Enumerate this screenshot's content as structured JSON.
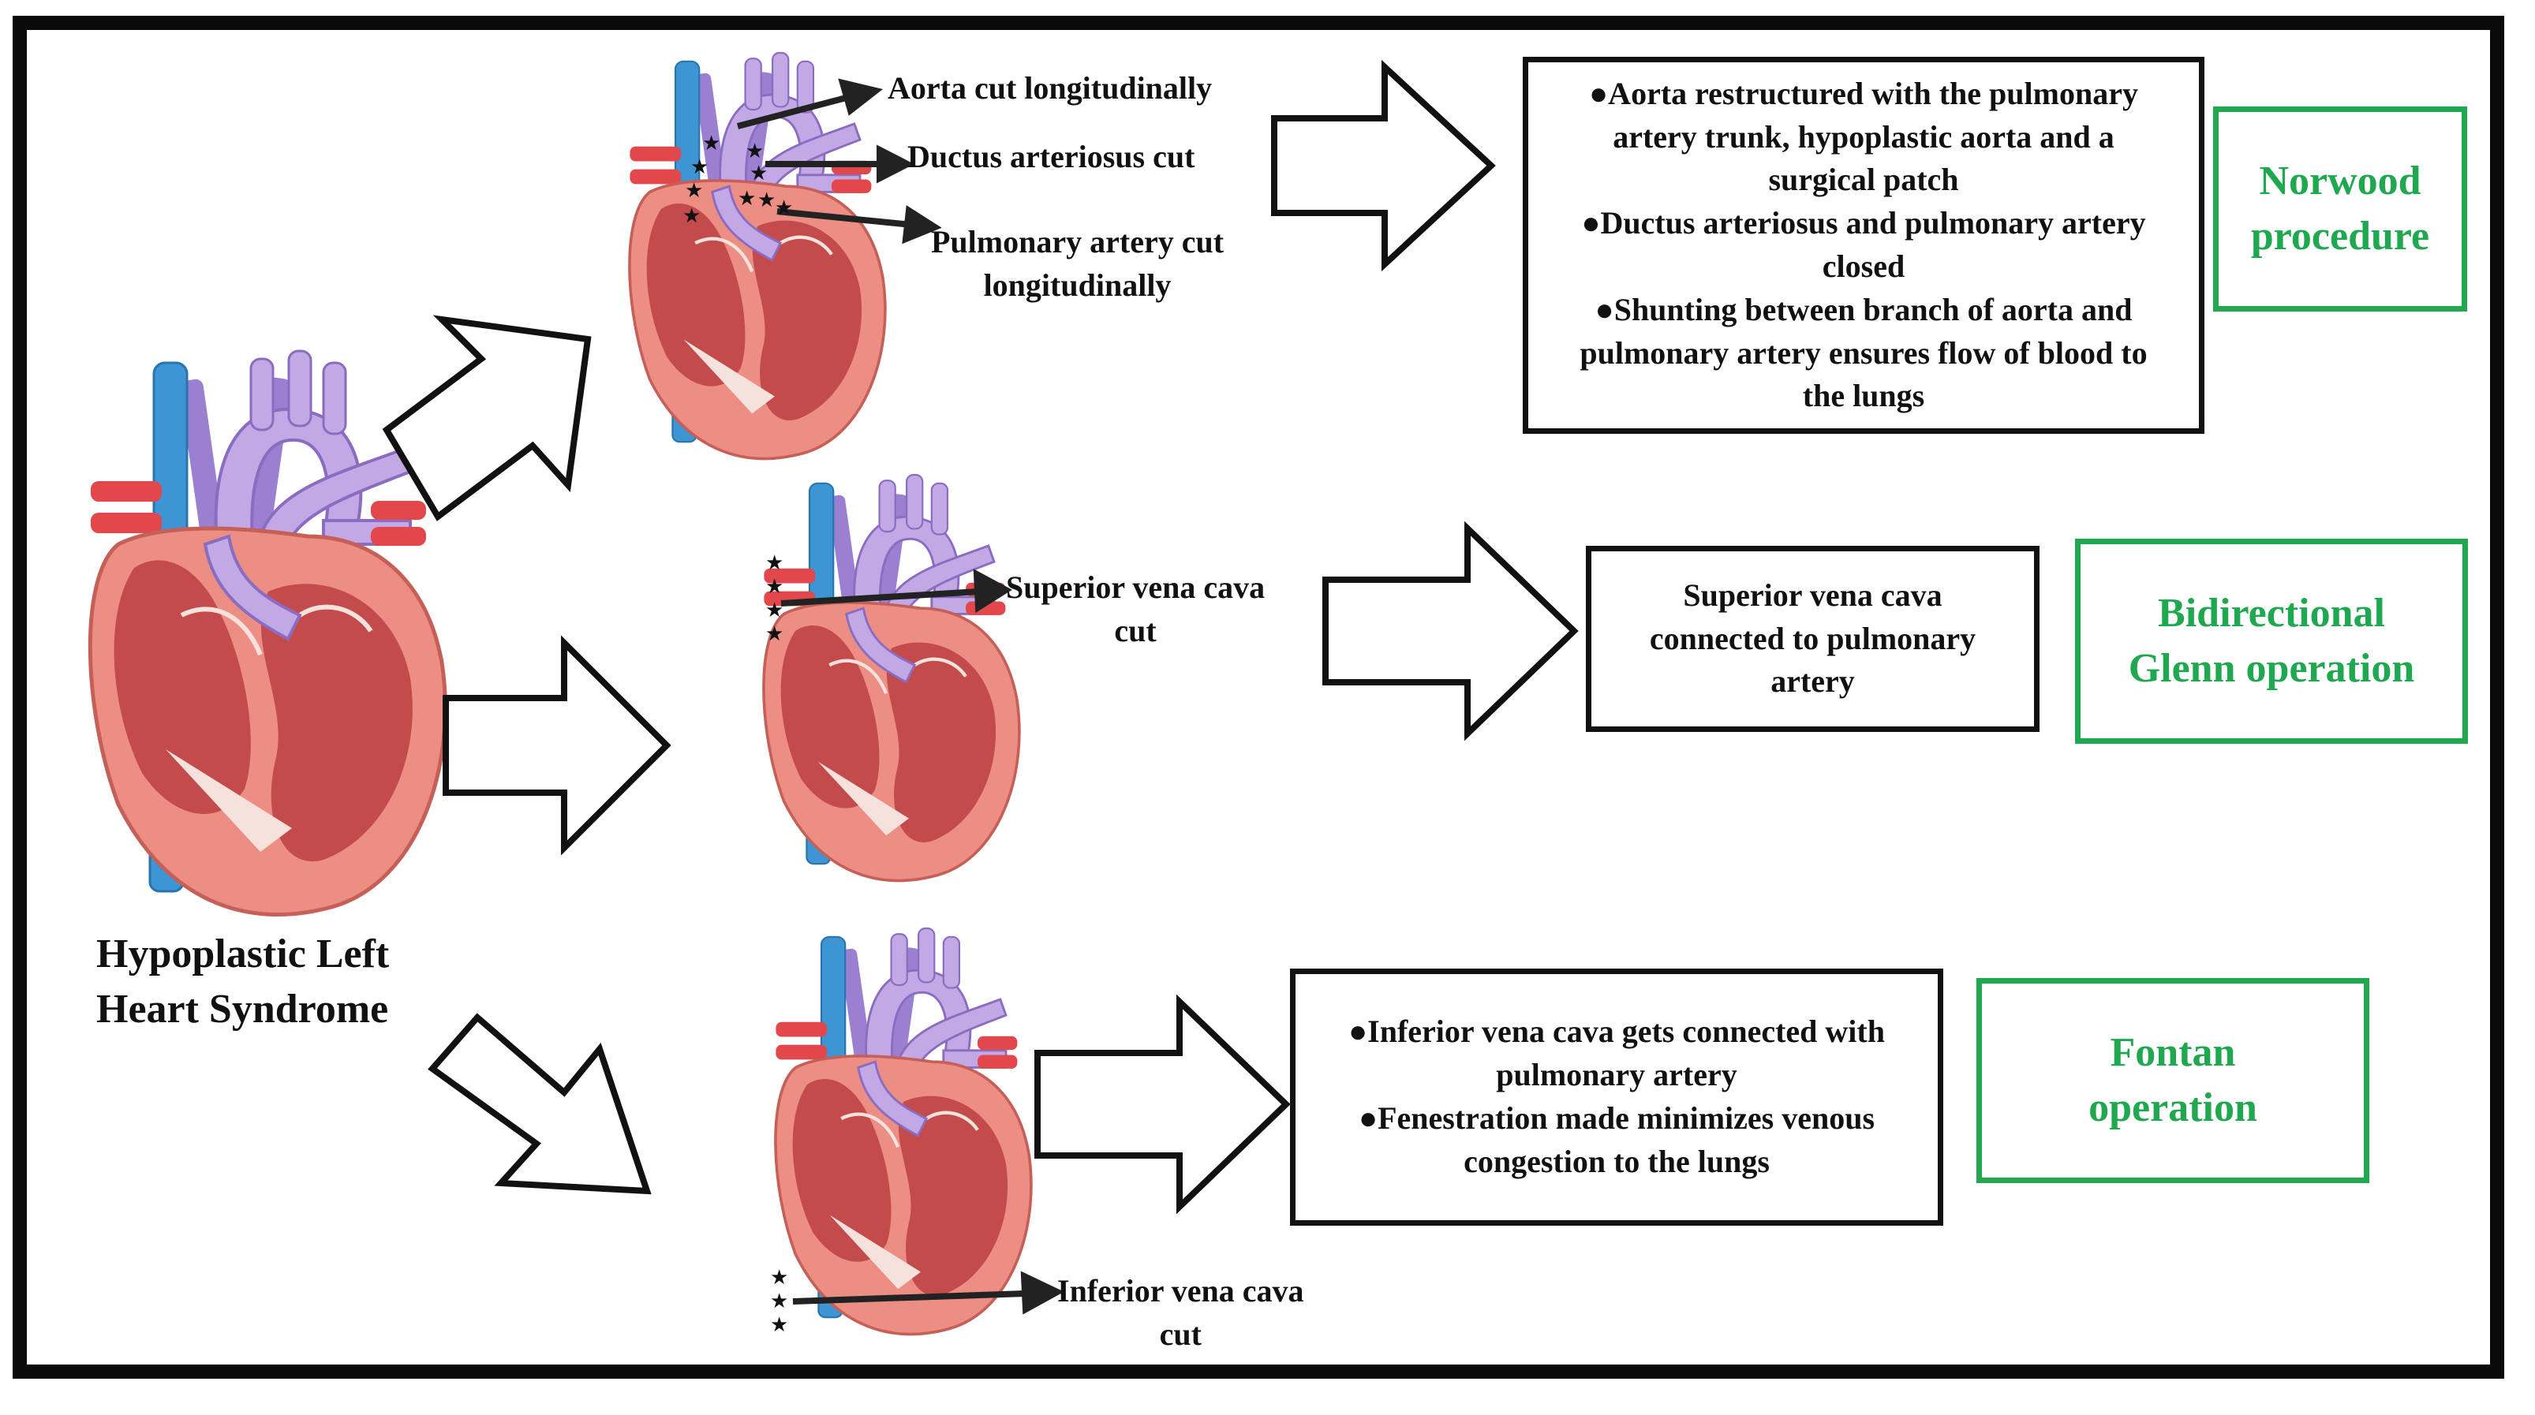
{
  "colors": {
    "frame": "#0a0a0a",
    "green": "#1fa84f",
    "vein_blue": "#3d95d4",
    "artery_purple": "#c3a8e6",
    "artery_red": "#e2474c",
    "heart_outer": "#ec8e84",
    "heart_chamber": "#c24848"
  },
  "main_label": {
    "line1": "Hypoplastic Left",
    "line2": "Heart Syndrome"
  },
  "norwood": {
    "labels": {
      "aorta": "Aorta cut longitudinally",
      "ductus": "Ductus arteriosus cut",
      "pulmonary_line1": "Pulmonary artery cut",
      "pulmonary_line2": "longitudinally"
    },
    "description": {
      "line1": "●Aorta restructured with the pulmonary",
      "line2": "artery trunk, hypoplastic aorta and a",
      "line3": "surgical patch",
      "line4": "●Ductus arteriosus and pulmonary artery",
      "line5": "closed",
      "line6": "●Shunting between branch of aorta and",
      "line7": "pulmonary artery ensures flow of blood to",
      "line8": "the lungs"
    },
    "name": {
      "line1": "Norwood",
      "line2": "procedure"
    }
  },
  "glenn": {
    "labels": {
      "svc_line1": "Superior vena cava",
      "svc_line2": "cut"
    },
    "description": {
      "line1": "Superior vena cava",
      "line2": "connected to pulmonary",
      "line3": "artery"
    },
    "name": {
      "line1": "Bidirectional",
      "line2": "Glenn operation"
    }
  },
  "fontan": {
    "labels": {
      "ivc_line1": "Inferior vena cava",
      "ivc_line2": "cut"
    },
    "description": {
      "line1": "●Inferior vena cava gets connected with",
      "line2": "pulmonary artery",
      "line3": "●Fenestration made minimizes venous",
      "line4": "congestion to the lungs"
    },
    "name": {
      "line1": "Fontan",
      "line2": "operation"
    }
  },
  "cut_marker": "★"
}
